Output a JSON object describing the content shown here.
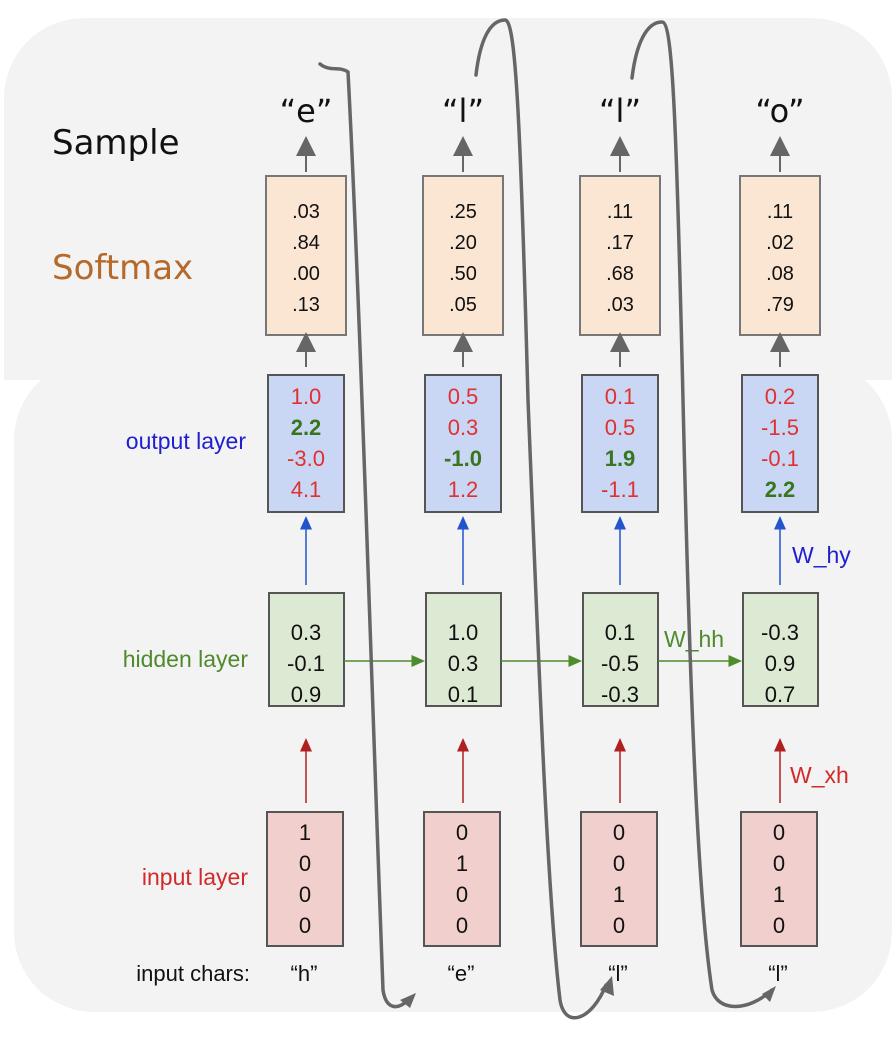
{
  "labels": {
    "sample": "Sample",
    "softmax": "Softmax",
    "output_layer": "output layer",
    "hidden_layer": "hidden layer",
    "input_layer": "input layer",
    "input_chars": "input chars:",
    "w_hy": "W_hy",
    "w_hh": "W_hh",
    "w_xh": "W_xh"
  },
  "colors": {
    "softmax_text": "#b5692a",
    "output_text": "#1f1fd0",
    "hidden_text": "#4e8a2e",
    "input_text": "#d02a2a",
    "output_value": "#e03131",
    "output_value_max": "#38761d",
    "softmax_fill": "#fbe6d3",
    "output_fill": "#c9d7f4",
    "hidden_fill": "#dcead3",
    "input_fill": "#f1cfcd",
    "loop_arrow": "#666666"
  },
  "columns": [
    {
      "sample": "“e”",
      "softmax": [
        ".03",
        ".84",
        ".00",
        ".13"
      ],
      "output": [
        "1.0",
        "2.2",
        "-3.0",
        "4.1"
      ],
      "output_max_index": 1,
      "hidden": [
        "0.3",
        "-0.1",
        "0.9"
      ],
      "input": [
        "1",
        "0",
        "0",
        "0"
      ],
      "input_char": "“h”"
    },
    {
      "sample": "“l”",
      "softmax": [
        ".25",
        ".20",
        ".50",
        ".05"
      ],
      "output": [
        "0.5",
        "0.3",
        "-1.0",
        "1.2"
      ],
      "output_max_index": 2,
      "hidden": [
        "1.0",
        "0.3",
        "0.1"
      ],
      "input": [
        "0",
        "1",
        "0",
        "0"
      ],
      "input_char": "“e”"
    },
    {
      "sample": "“l”",
      "softmax": [
        ".11",
        ".17",
        ".68",
        ".03"
      ],
      "output": [
        "0.1",
        "0.5",
        "1.9",
        "-1.1"
      ],
      "output_max_index": 2,
      "hidden": [
        "0.1",
        "-0.5",
        "-0.3"
      ],
      "input": [
        "0",
        "0",
        "1",
        "0"
      ],
      "input_char": "“l”"
    },
    {
      "sample": "“o”",
      "softmax": [
        ".11",
        ".02",
        ".08",
        ".79"
      ],
      "output": [
        "0.2",
        "-1.5",
        "-0.1",
        "2.2"
      ],
      "output_max_index": 3,
      "hidden": [
        "-0.3",
        "0.9",
        "0.7"
      ],
      "input": [
        "0",
        "0",
        "1",
        "0"
      ],
      "input_char": "“l”"
    }
  ]
}
